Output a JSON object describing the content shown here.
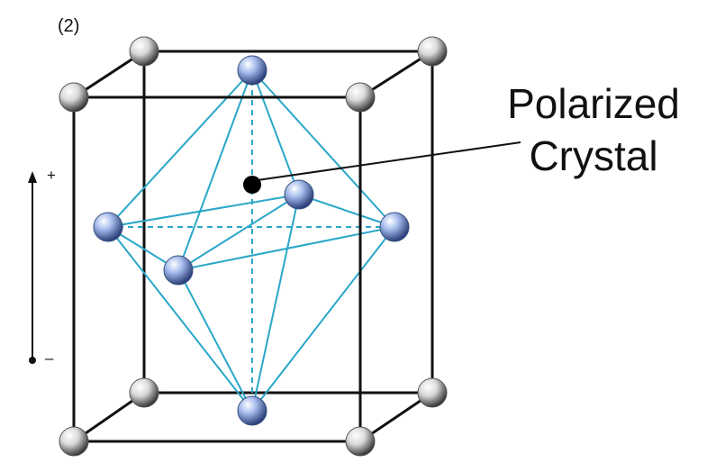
{
  "figure_label": "(2)",
  "callout": {
    "line1": "Polarized",
    "line2": "Crystal"
  },
  "polarization_arrow": {
    "plus_label": "+",
    "minus_label": "–"
  },
  "colors": {
    "frame": "#111111",
    "octahedron_bonds": "#2aa7c9",
    "corner_atom": "#d9d9d9",
    "octahedron_atom": "#7f9ad6",
    "central_atom": "#000000"
  }
}
